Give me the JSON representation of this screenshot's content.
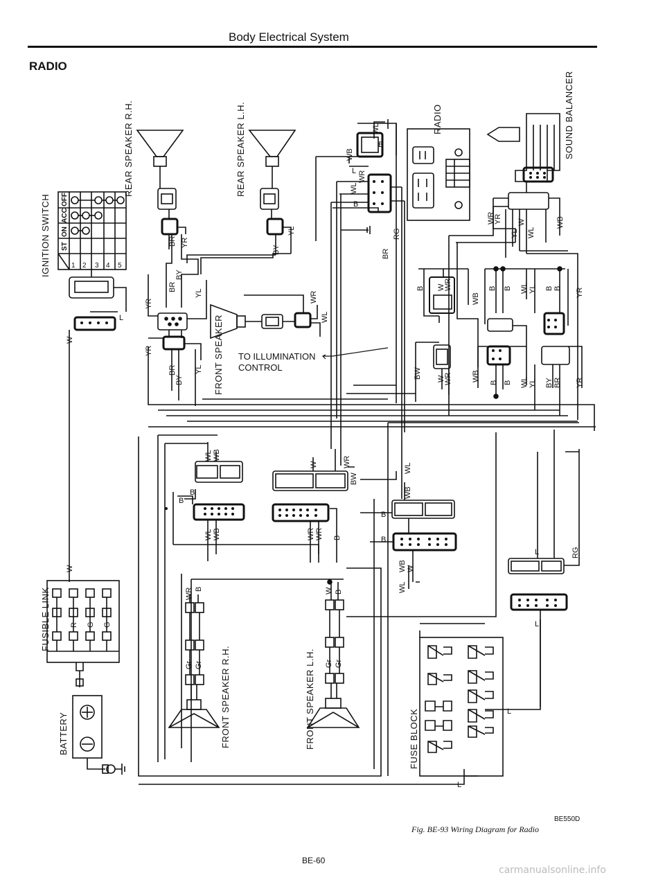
{
  "header": {
    "title": "Body Electrical System",
    "section": "RADIO"
  },
  "components": {
    "ignition_switch": "IGNITION SWITCH",
    "ign_cols": [
      "OFF",
      "ACC",
      "ON",
      "ST"
    ],
    "ign_rows": [
      "1",
      "2",
      "3",
      "4",
      "5"
    ],
    "fusible_link": "FUSIBLE LINK",
    "battery": "BATTERY",
    "rear_speaker_rh": "REAR SPEAKER R.H.",
    "rear_speaker_lh": "REAR SPEAKER L.H.",
    "front_speaker": "FRONT SPEAKER",
    "front_speaker_rh": "FRONT SPEAKER R.H.",
    "front_speaker_lh": "FRONT SPEAKER L.H.",
    "radio": "RADIO",
    "sound_balancer": "SOUND BALANCER",
    "fuse_block": "FUSE BLOCK",
    "illumination_1": "TO ILLUMINATION",
    "illumination_2": "CONTROL"
  },
  "wires": [
    "W",
    "L",
    "R",
    "G",
    "B",
    "BR",
    "YR",
    "BY",
    "YL",
    "WB",
    "WL",
    "WR",
    "BW",
    "RG",
    "Gr"
  ],
  "footer": {
    "code": "BE550D",
    "caption": "Fig. BE-93 Wiring Diagram for Radio",
    "page": "BE-60",
    "watermark": "carmanualsonline.info"
  }
}
